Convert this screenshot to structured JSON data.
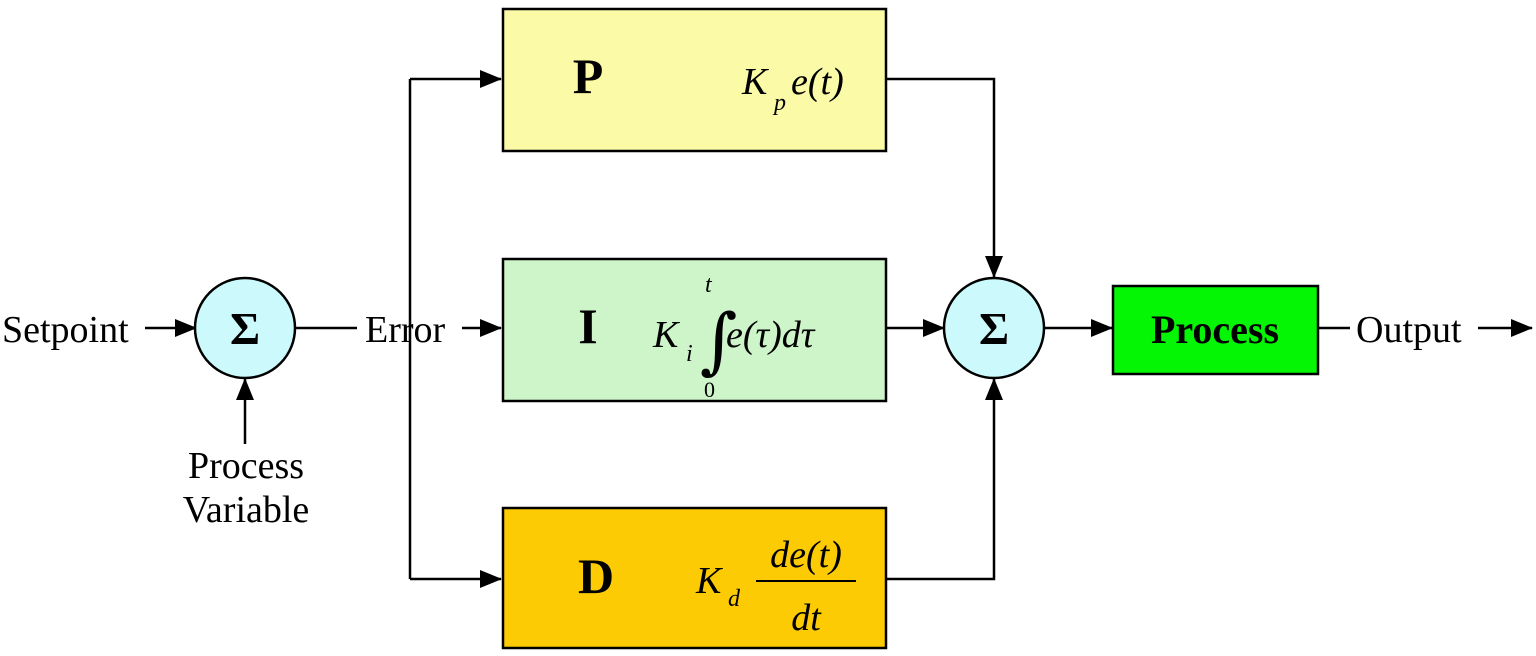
{
  "labels": {
    "setpoint": "Setpoint",
    "process_variable_line1": "Process",
    "process_variable_line2": "Variable",
    "error": "Error",
    "output": "Output",
    "process_block": "Process"
  },
  "summers": {
    "left_symbol": "Σ",
    "right_symbol": "Σ"
  },
  "blocks": {
    "p": {
      "letter": "P",
      "formula": {
        "K": "K",
        "sub": "p",
        "body": "e(t)"
      },
      "color": "#fbfaa6"
    },
    "i": {
      "letter": "I",
      "formula": {
        "K": "K",
        "sub": "i",
        "integral": "∫",
        "upper": "t",
        "lower": "0",
        "body": "e(τ)dτ"
      },
      "color": "#cdf5c9"
    },
    "d": {
      "letter": "D",
      "formula": {
        "K": "K",
        "sub": "d",
        "numerator": "de(t)",
        "denominator": "dt"
      },
      "color": "#fccb04"
    }
  },
  "colors": {
    "summer_fill": "#ccfafc",
    "process_fill": "#05f605",
    "line": "#000000"
  }
}
